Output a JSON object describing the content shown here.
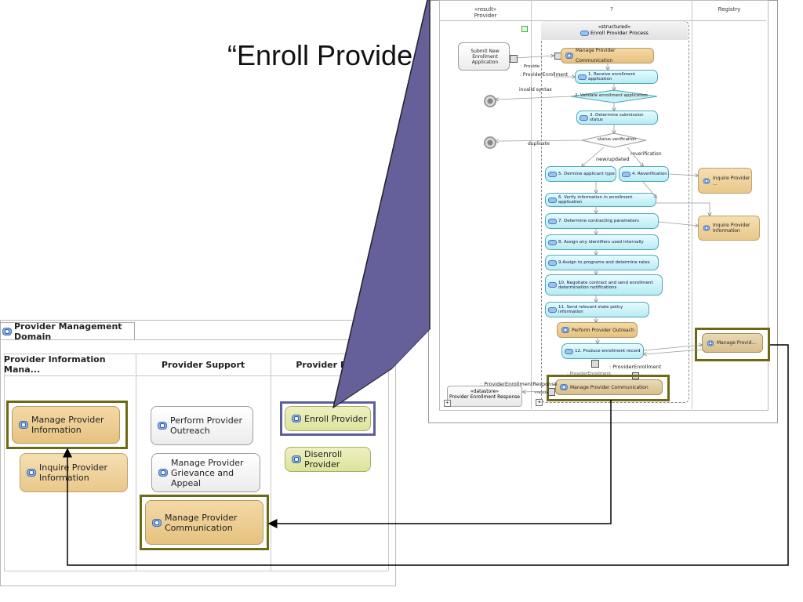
{
  "slide_title": "“Enroll Provide",
  "domain_panel": {
    "tab_label": "Provider Management Domain",
    "lanes": [
      "Provider Information Mana...",
      "Provider Support",
      "Provider Enr"
    ],
    "nodes": {
      "manage_info": "Manage Provider Information",
      "inquire_info": "Inquire Provider Information",
      "perform_outreach": "Perform Provider Outreach",
      "grievance": "Manage Provider Grievance and Appeal",
      "communication": "Manage Provider Communication",
      "enroll": "Enroll Provider",
      "disenroll": "Disenroll Provider"
    }
  },
  "process": {
    "lanes": [
      {
        "stereotype": "«result»",
        "name": "Provider"
      },
      {
        "stereotype": "",
        "name": "?"
      },
      {
        "stereotype": "",
        "name": "Registry"
      }
    ],
    "structured_stereotype": "«structured»",
    "structured_name": "Enroll Provider Process",
    "submit_app": "Submit New Enrollment Application",
    "manage_comm_top": "Manage Provider Communication",
    "steps": {
      "s1": "1. Receive enrollment application",
      "s2": "2. Validate enrollment application",
      "s3": "3. Determine submission status",
      "status": "status verification",
      "s5": "5. Dermine applicant type",
      "s4": "4. Reverification",
      "s6": "6. Verify information in enrollment application",
      "s7": "7. Determine contracting parameters",
      "s8": "8. Assign any identifiers used internally",
      "s9": "9.Assign to programs and determine rates",
      "s10": "10. Negotiate contract and send enrollment determination notifications",
      "s11": "11. Send relevant state policy information",
      "outreach": "Perform Provider Outreach",
      "s12": "12. Produce enrollment record",
      "manage_comm_bottom": "Manage Provider Communication"
    },
    "labels": {
      "invalid": "invalid syntax",
      "duplicate": "duplicate",
      "reverification": "reverification",
      "new_updated": "new/updated",
      "prov_enroll_in": ": ProviderEnrollment",
      "provide": ": Provide",
      "prov_enroll_out": ": ProviderEnrollment",
      "prov_enroll_out2": ": ProviderEnrollment",
      "response_pin": ": ProviderEnrollmentResponse",
      "result_pin": "«result»",
      "datastore_stereo": "«datastore»",
      "datastore_name": "Provider Enrollment Response"
    },
    "registry": {
      "inquire_short": "Inquire Provider ...",
      "inquire_full": "Inquire Provider Information",
      "manage_short": "Manage Provid..."
    }
  },
  "colors": {
    "highlight_olive": "#6e6a13",
    "highlight_blue": "#5d5f9a",
    "callout_fill": "#66609a"
  }
}
